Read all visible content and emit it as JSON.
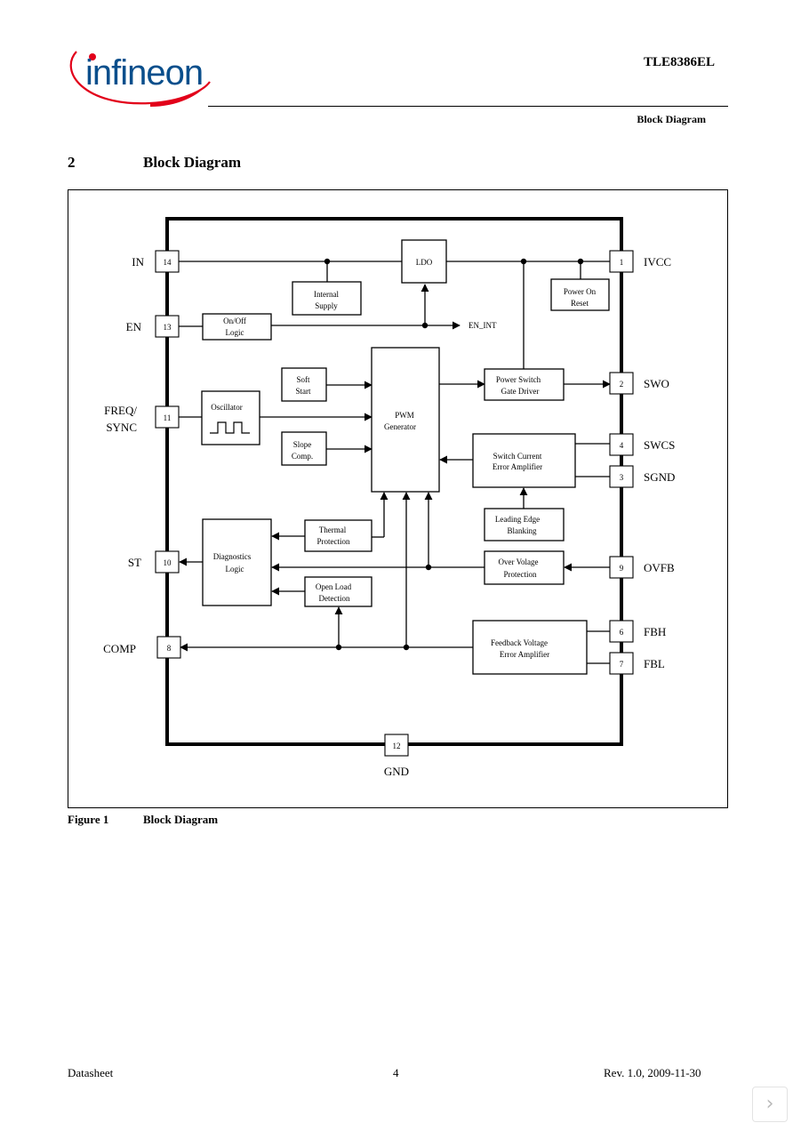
{
  "brand": {
    "name": "infineon",
    "color": "#0a4f8c",
    "accent": "#e2001a"
  },
  "header": {
    "doc_title": "TLE8386EL",
    "section": "Block Diagram"
  },
  "section": {
    "number": "2",
    "title": "Block Diagram"
  },
  "diagram": {
    "pins": {
      "in": {
        "label": "IN",
        "num": "14"
      },
      "en": {
        "label": "EN",
        "num": "13"
      },
      "freq_line1": "FREQ/",
      "freq_line2": "SYNC",
      "freq_num": "11",
      "st": {
        "label": "ST",
        "num": "10"
      },
      "comp": {
        "label": "COMP",
        "num": "8"
      },
      "ivcc": {
        "label": "IVCC",
        "num": "1"
      },
      "swo": {
        "label": "SWO",
        "num": "2"
      },
      "swcs": {
        "label": "SWCS",
        "num": "4"
      },
      "sgnd": {
        "label": "SGND",
        "num": "3"
      },
      "ovfb": {
        "label": "OVFB",
        "num": "9"
      },
      "fbh": {
        "label": "FBH",
        "num": "6"
      },
      "fbl": {
        "label": "FBL",
        "num": "7"
      },
      "gnd": {
        "label": "GND",
        "num": "12"
      }
    },
    "blocks": {
      "ldo": "LDO",
      "internal_supply": [
        "Internal",
        "Supply"
      ],
      "power_on_reset": [
        "Power On",
        "Reset"
      ],
      "onoff_logic": [
        "On/Off",
        "Logic"
      ],
      "en_int": "EN_INT",
      "soft_start": [
        "Soft",
        "Start"
      ],
      "oscillator": "Oscillator",
      "slope_comp": [
        "Slope",
        "Comp."
      ],
      "pwm_generator": [
        "PWM",
        "Generator"
      ],
      "power_switch_gate_driver": [
        "Power Switch",
        "Gate Driver"
      ],
      "switch_current_error_amp": [
        "Switch Current",
        "Error Amplifier"
      ],
      "leading_edge_blanking": [
        "Leading Edge",
        "Blanking"
      ],
      "thermal_protection": [
        "Thermal",
        "Protection"
      ],
      "diagnostics_logic": [
        "Diagnostics",
        "Logic"
      ],
      "over_voltage_protection": [
        "Over Volage",
        "Protection"
      ],
      "open_load_detection": [
        "Open Load",
        "Detection"
      ],
      "feedback_voltage_error_amp": [
        "Feedback Voltage",
        "Error Amplifier"
      ]
    }
  },
  "figure": {
    "number": "Figure 1",
    "title": "Block Diagram"
  },
  "footer": {
    "left": "Datasheet",
    "page": "4",
    "right": "Rev. 1.0, 2009-11-30"
  },
  "nav": {
    "next_icon": "chevron-right-icon"
  }
}
